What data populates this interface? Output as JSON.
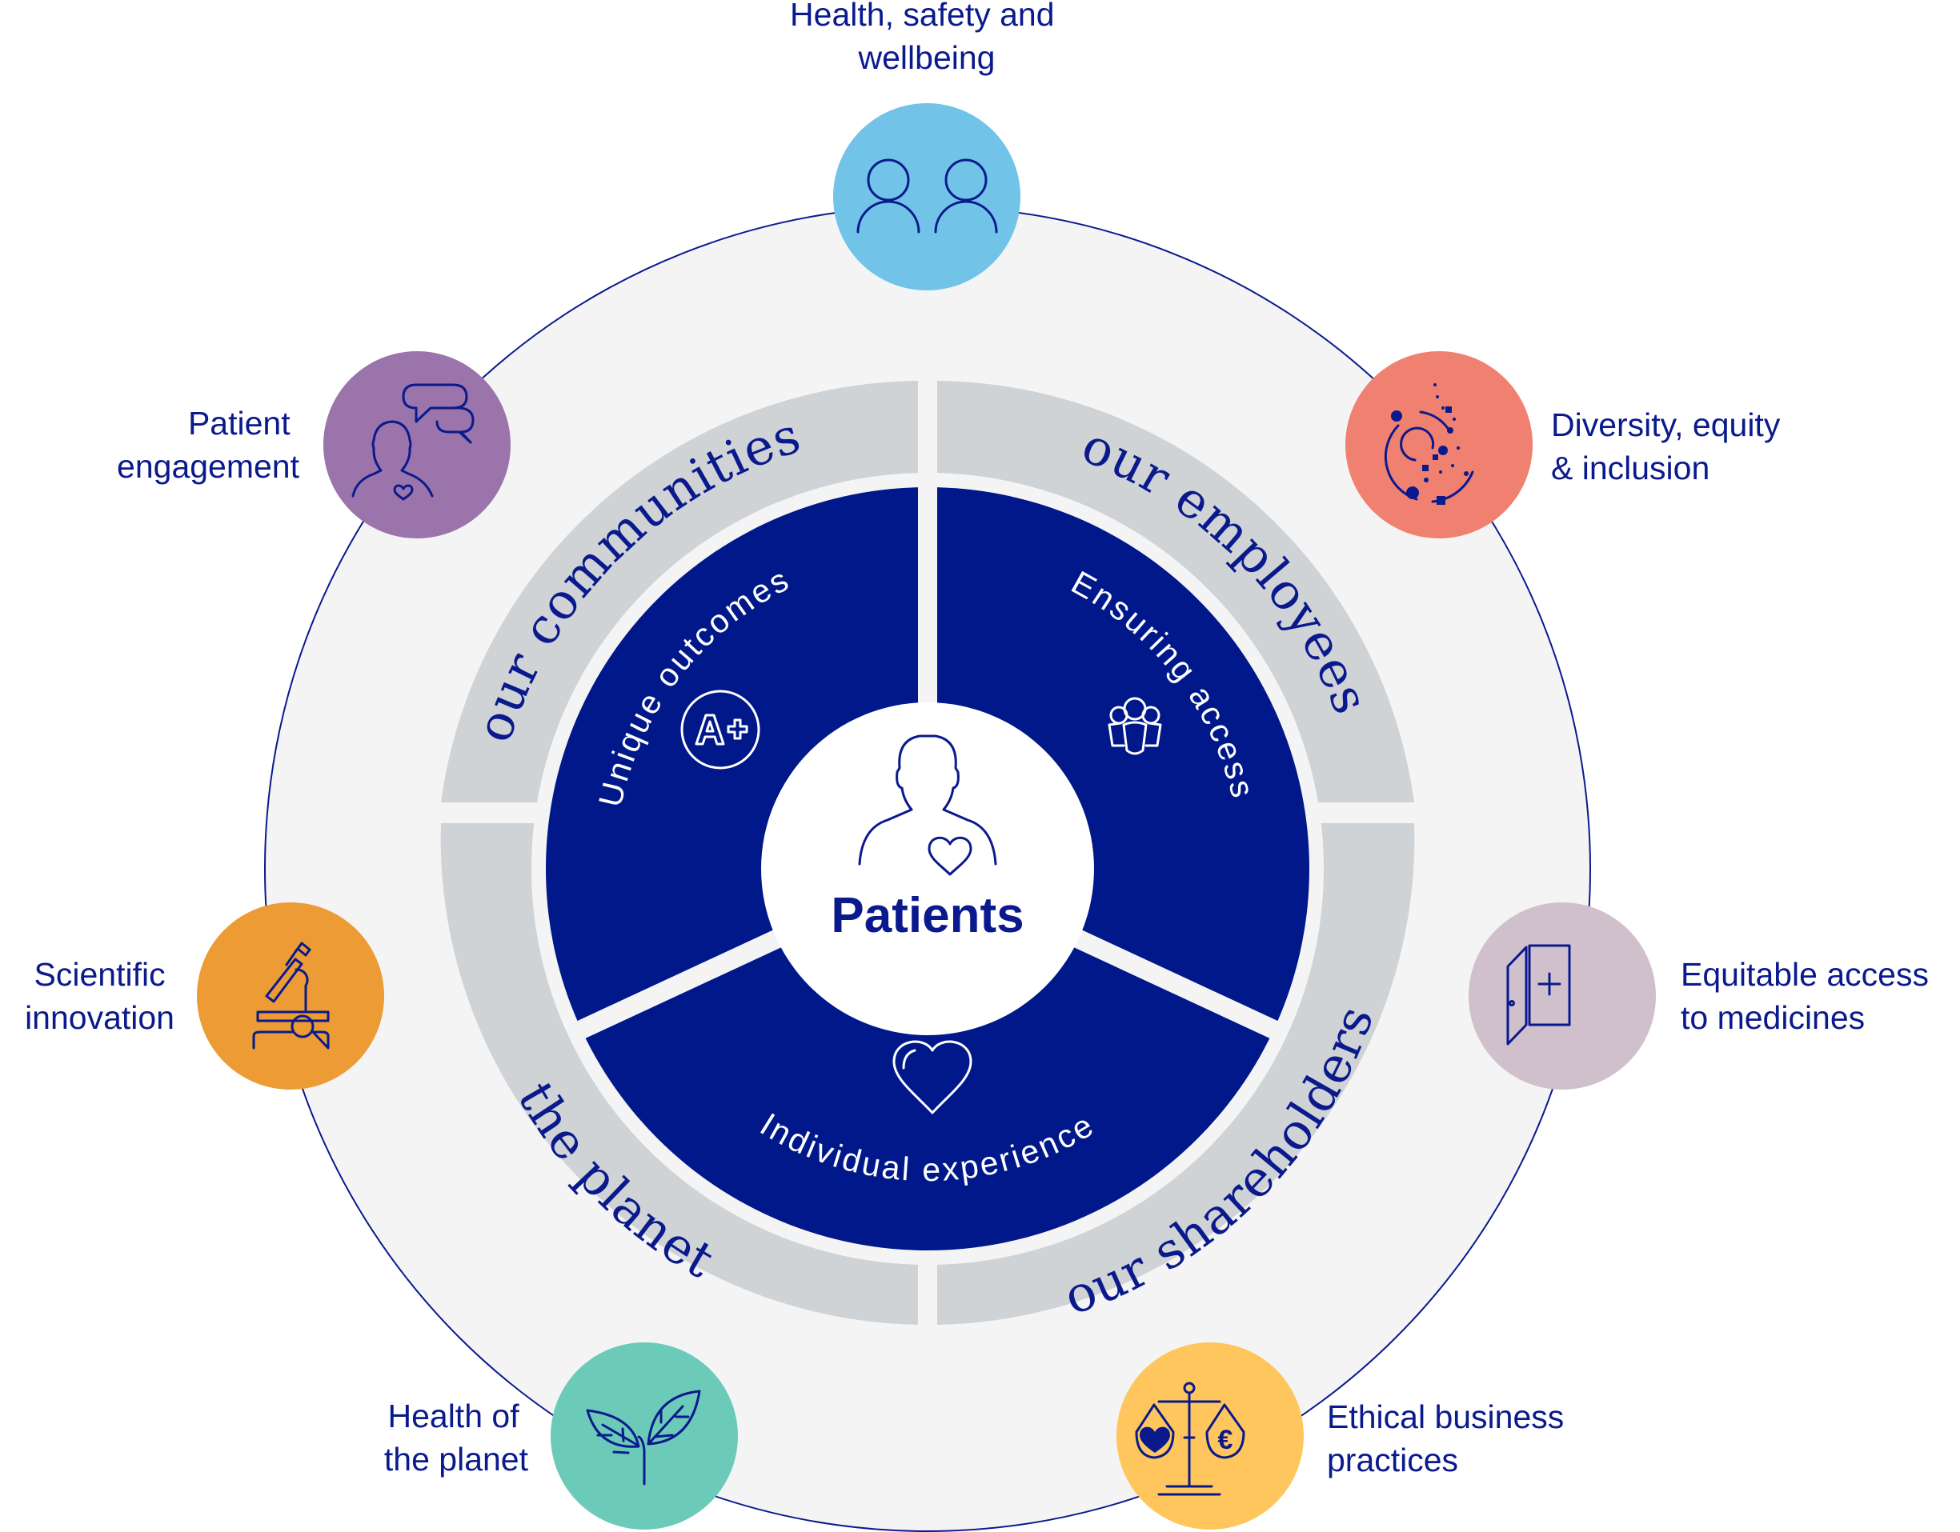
{
  "center": {
    "label": "Patients",
    "icon": "patient-heart-icon"
  },
  "segments": [
    {
      "label": "Unique outcomes",
      "icon": "a-plus-icon"
    },
    {
      "label": "Ensuring access",
      "icon": "group-people-icon"
    },
    {
      "label": "Individual experience",
      "icon": "heart-icon"
    }
  ],
  "stakeholders": [
    {
      "label": "our communities"
    },
    {
      "label": "our employees"
    },
    {
      "label": "our shareholders"
    },
    {
      "label": "the planet"
    }
  ],
  "pillars": [
    {
      "lines": [
        "Health, safety and",
        "wellbeing"
      ],
      "icon": "two-people-icon",
      "color": "#72c3e8"
    },
    {
      "lines": [
        "Diversity, equity",
        "& inclusion"
      ],
      "icon": "galaxy-dots-icon",
      "color": "#f08070"
    },
    {
      "lines": [
        "Equitable access",
        "to medicines"
      ],
      "icon": "pharmacy-door-icon",
      "color": "#d0c0cc"
    },
    {
      "lines": [
        "Ethical business",
        "practices"
      ],
      "icon": "balance-scale-icon",
      "color": "#fec65c"
    },
    {
      "lines": [
        "Health of",
        "the planet"
      ],
      "icon": "sprout-leaves-icon",
      "color": "#6ccab9"
    },
    {
      "lines": [
        "Scientific",
        "innovation"
      ],
      "icon": "microscope-icon",
      "color": "#ec9b35"
    },
    {
      "lines": [
        "Patient",
        "engagement"
      ],
      "icon": "patient-speech-icon",
      "color": "#9a74ab"
    }
  ],
  "colors": {
    "navy": "#0a1a8c",
    "segment_blue": "#00188a",
    "stakeholder_gray": "#cfd3d6",
    "outer_disc": "#f4f4f5"
  }
}
